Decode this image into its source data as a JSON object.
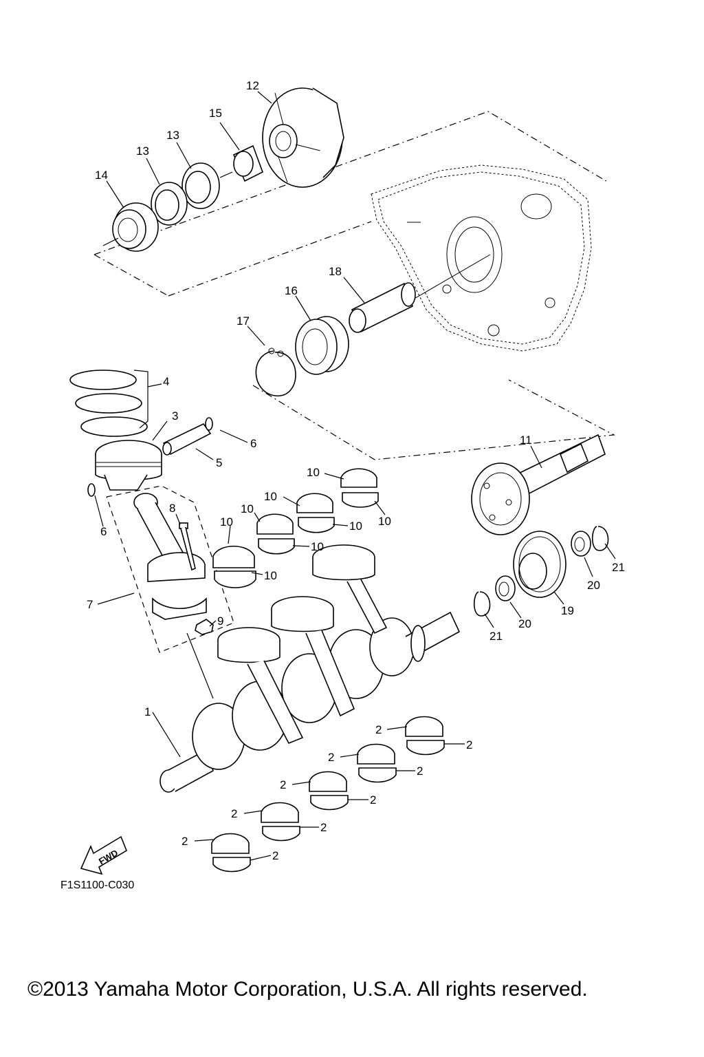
{
  "diagram": {
    "figure_code": "F1S1100-C030",
    "copyright": "©2013 Yamaha Motor Corporation, U.S.A. All rights reserved.",
    "direction_arrow": "FWD",
    "callouts": [
      "1",
      "2",
      "3",
      "4",
      "5",
      "6",
      "7",
      "8",
      "9",
      "10",
      "11",
      "12",
      "13",
      "14",
      "15",
      "16",
      "17",
      "18",
      "19",
      "20",
      "21"
    ]
  }
}
